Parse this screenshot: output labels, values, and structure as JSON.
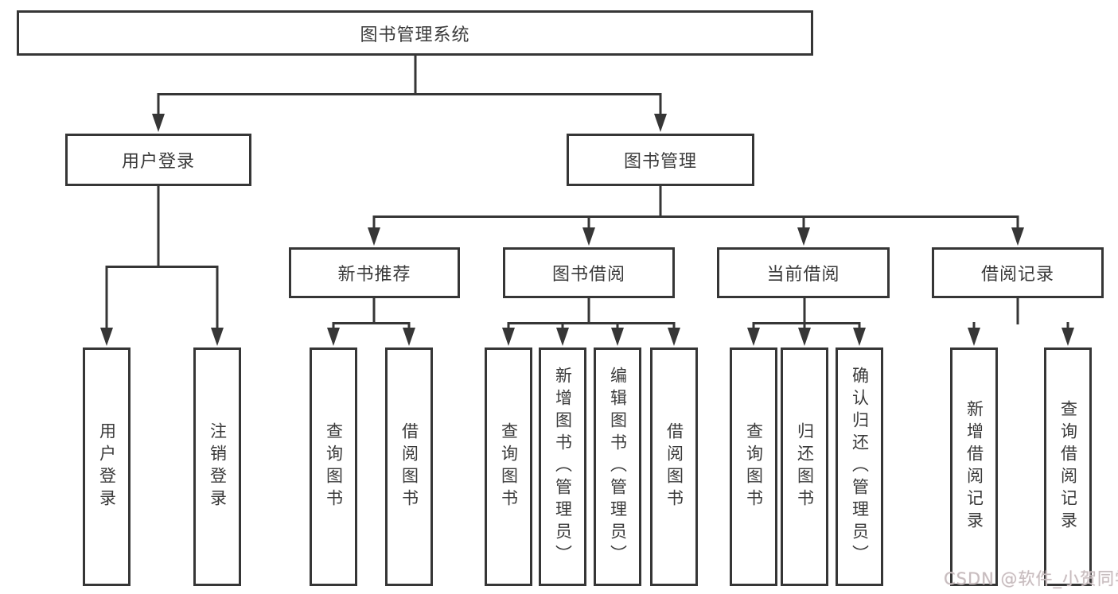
{
  "diagram": {
    "title_node": {
      "label": "图书管理系统"
    },
    "level2": [
      {
        "id": "user-login-group",
        "label": "用户登录"
      },
      {
        "id": "book-management",
        "label": "图书管理"
      }
    ],
    "level3": [
      {
        "id": "new-book-recommend",
        "label": "新书推荐",
        "parent": "图书管理"
      },
      {
        "id": "book-borrow",
        "label": "图书借阅",
        "parent": "图书管理"
      },
      {
        "id": "current-borrow",
        "label": "当前借阅",
        "parent": "图书管理"
      },
      {
        "id": "borrow-records",
        "label": "借阅记录",
        "parent": "图书管理"
      }
    ],
    "leaves": [
      {
        "id": "user-login",
        "label": "用户登录",
        "parent": "用户登录"
      },
      {
        "id": "logout",
        "label": "注销登录",
        "parent": "用户登录"
      },
      {
        "id": "query-books-recommend",
        "label": "查询图书",
        "parent": "新书推荐"
      },
      {
        "id": "borrow-books-recommend",
        "label": "借阅图书",
        "parent": "新书推荐"
      },
      {
        "id": "query-books-borrow",
        "label": "查询图书",
        "parent": "图书借阅"
      },
      {
        "id": "add-book-admin",
        "label": "新增图书（管理员）",
        "parent": "图书借阅"
      },
      {
        "id": "edit-book-admin",
        "label": "编辑图书（管理员）",
        "parent": "图书借阅"
      },
      {
        "id": "borrow-books-borrow",
        "label": "借阅图书",
        "parent": "图书借阅"
      },
      {
        "id": "query-books-current",
        "label": "查询图书",
        "parent": "当前借阅"
      },
      {
        "id": "return-book",
        "label": "归还图书",
        "parent": "当前借阅"
      },
      {
        "id": "confirm-return-admin",
        "label": "确认归还（管理员）",
        "parent": "当前借阅"
      },
      {
        "id": "add-borrow-record",
        "label": "新增借阅记录",
        "parent": "借阅记录"
      },
      {
        "id": "query-borrow-record",
        "label": "查询借阅记录",
        "parent": "借阅记录"
      }
    ],
    "watermark": "CSDN @软件_小贺同学",
    "colors": {
      "stroke": "#363636",
      "text": "#3a3a3a",
      "watermark": "#c6bdbf",
      "background": "#ffffff"
    }
  }
}
